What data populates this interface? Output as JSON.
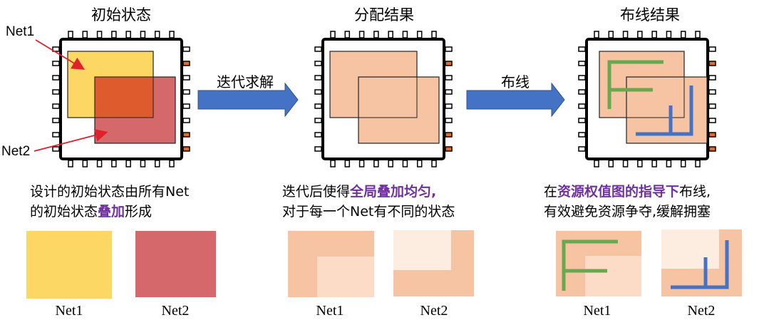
{
  "panels": [
    {
      "title": "初始状态"
    },
    {
      "title": "分配结果"
    },
    {
      "title": "布线结果"
    }
  ],
  "arrows": [
    {
      "label": "迭代求解"
    },
    {
      "label": "布线"
    }
  ],
  "callouts": {
    "net1": "Net1",
    "net2": "Net2"
  },
  "descriptions": [
    {
      "line1_pre": "设计的初始状态由所有Net",
      "line2_pre": "的初始状态",
      "line2_hl": "叠加",
      "line2_post": "形成"
    },
    {
      "line1_pre": "迭代后使得",
      "line1_hl": "全局叠加均匀,",
      "line2_pre": "对于每一个Net有不同的状态"
    },
    {
      "line1_pre": "在",
      "line1_hl": "资源权值图的指导下",
      "line1_post": "布线,",
      "line2_pre": "有效避免资源争夺,缓解拥塞"
    }
  ],
  "net_labels": [
    "Net1",
    "Net2",
    "Net1",
    "Net2",
    "Net1",
    "Net2"
  ],
  "colors": {
    "net1": "#fdd764",
    "net2": "#d4686a",
    "overlap": "#dd5b2c",
    "tan": "#f6c4a2",
    "light_tan": "#fcdcc6",
    "pale": "#fdece0",
    "green_wire": "#6aa84f",
    "blue_wire": "#4472c4",
    "arrow": "#4472c4",
    "pin_orange": "#e26b22",
    "highlight": "#7030a0"
  }
}
